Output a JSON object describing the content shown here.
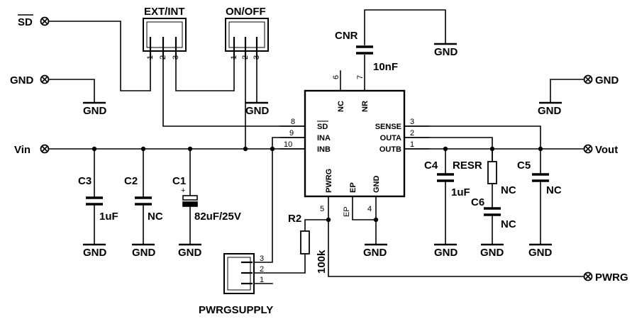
{
  "ports": {
    "sd": "SD",
    "gnd_left": "GND",
    "vin": "Vin",
    "gnd_right": "GND",
    "vout": "Vout",
    "pwrg": "PWRG"
  },
  "connectors": {
    "ext_int": {
      "name": "EXT/INT",
      "pins": [
        "1",
        "2",
        "3"
      ]
    },
    "on_off": {
      "name": "ON/OFF",
      "pins": [
        "1",
        "2",
        "3"
      ]
    },
    "pwrgsupply": {
      "name": "PWRGSUPPLY",
      "pins": [
        "3",
        "2",
        "1"
      ]
    }
  },
  "chip": {
    "left_pins": [
      {
        "num": "8",
        "name": "SD"
      },
      {
        "num": "9",
        "name": "INA"
      },
      {
        "num": "10",
        "name": "INB"
      }
    ],
    "right_pins": [
      {
        "num": "3",
        "name": "SENSE"
      },
      {
        "num": "2",
        "name": "OUTA"
      },
      {
        "num": "1",
        "name": "OUTB"
      }
    ],
    "top_pins": [
      {
        "num": "6",
        "name": "NC"
      },
      {
        "num": "7",
        "name": "NR"
      }
    ],
    "bottom_pins": [
      {
        "num": "5",
        "name": "PWRG"
      },
      {
        "num": "",
        "name": "EP"
      },
      {
        "num": "4",
        "name": "GND"
      }
    ],
    "ep_label": "EP"
  },
  "components": {
    "cnr": {
      "ref": "CNR",
      "value": "10nF"
    },
    "c1": {
      "ref": "C1",
      "value": "82uF/25V",
      "polarity": "+"
    },
    "c2": {
      "ref": "C2",
      "value": "NC"
    },
    "c3": {
      "ref": "C3",
      "value": "1uF"
    },
    "c4": {
      "ref": "C4",
      "value": "1uF"
    },
    "c5": {
      "ref": "C5",
      "value": "NC"
    },
    "c6": {
      "ref": "C6",
      "value": "NC"
    },
    "resr": {
      "ref": "RESR",
      "value": "NC"
    },
    "r2": {
      "ref": "R2",
      "value": "100k"
    }
  },
  "ground_label": "GND"
}
